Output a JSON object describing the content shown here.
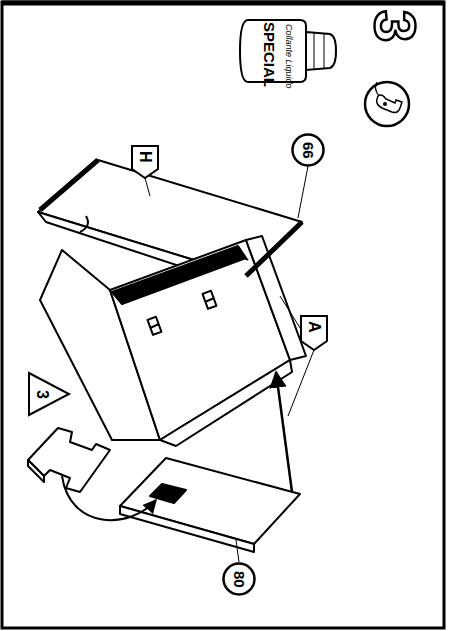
{
  "diagram": {
    "nodes": [
      {
        "text": [
          "66"
        ]
      },
      {
        "text": [
          "H"
        ]
      },
      {
        "text": [
          "A"
        ]
      },
      {
        "text": [
          "3"
        ]
      },
      {
        "text": [
          "80"
        ]
      }
    ],
    "labels": [
      "3",
      "Collante Liquido",
      "SPECIAL"
    ]
  }
}
